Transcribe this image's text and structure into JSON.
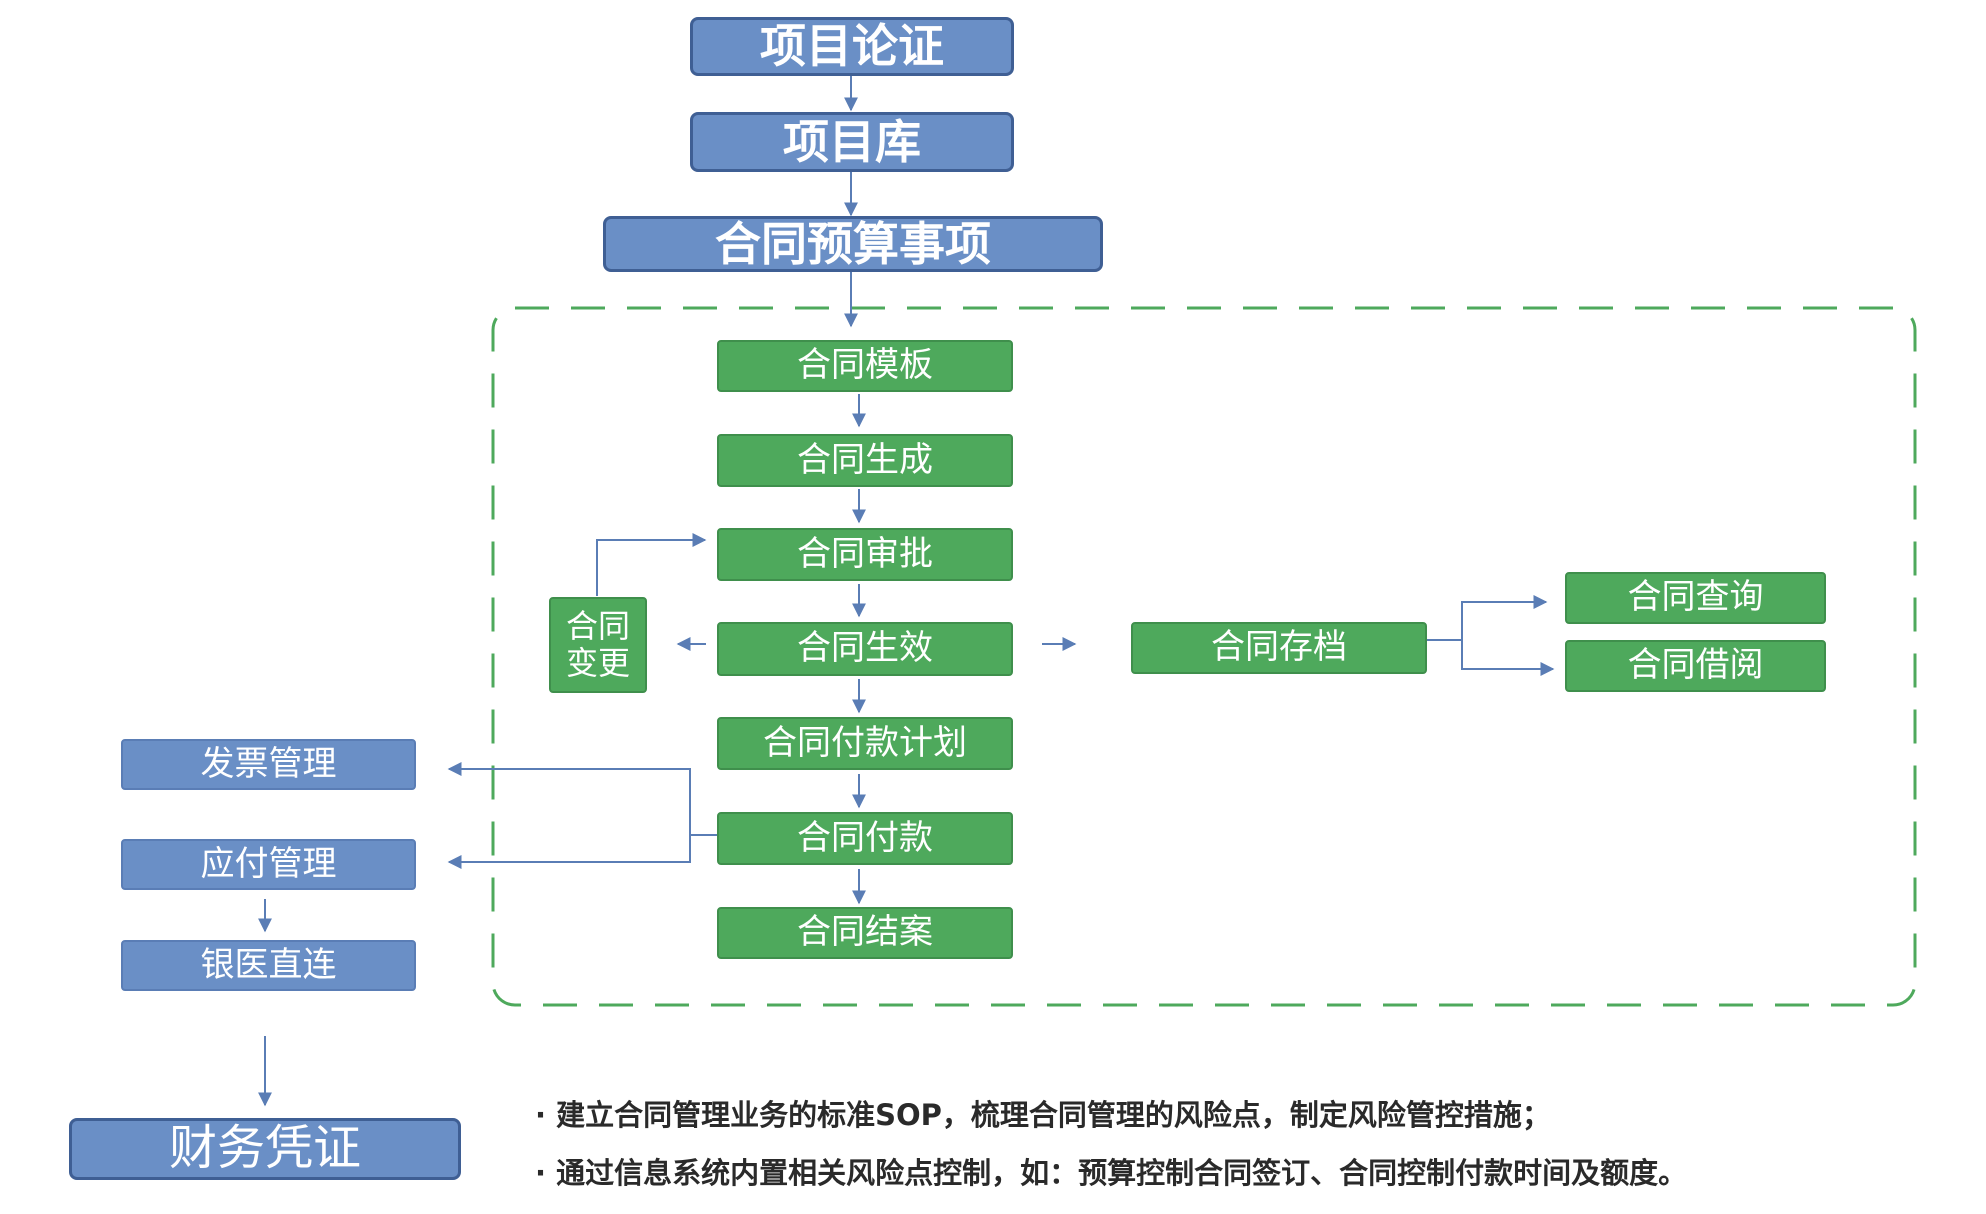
{
  "colors": {
    "blue": "#6a8fc6",
    "green": "#4ea95c",
    "arrow": "#5a7db5",
    "dashed_border": "#4ea95c"
  },
  "top": {
    "project_review": "项目论证",
    "project_library": "项目库",
    "contract_budget": "合同预算事项"
  },
  "flow": {
    "template": "合同模板",
    "generate": "合同生成",
    "approve": "合同审批",
    "effective": "合同生效",
    "payment_plan": "合同付款计划",
    "payment": "合同付款",
    "closeout": "合同结案",
    "change": "合同变更",
    "archive": "合同存档",
    "query": "合同查询",
    "borrow": "合同借阅"
  },
  "finance": {
    "invoice": "发票管理",
    "payable": "应付管理",
    "bank_direct": "银医直连",
    "voucher": "财务凭证"
  },
  "notes": [
    "· 建立合同管理业务的标准SOP，梳理合同管理的风险点，制定风险管控措施；",
    "· 通过信息系统内置相关风险点控制，如：预算控制合同签订、合同控制付款时间及额度。"
  ]
}
